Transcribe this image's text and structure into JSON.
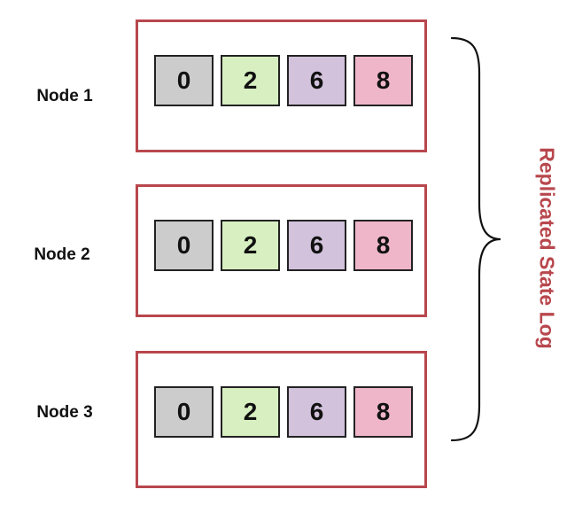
{
  "nodes": [
    {
      "label": "Node 1",
      "entries": [
        "0",
        "2",
        "6",
        "8"
      ]
    },
    {
      "label": "Node 2",
      "entries": [
        "0",
        "2",
        "6",
        "8"
      ]
    },
    {
      "label": "Node 3",
      "entries": [
        "0",
        "2",
        "6",
        "8"
      ]
    }
  ],
  "entry_colors": [
    "#cccccc",
    "#d8efc1",
    "#d3c2dc",
    "#efb6c9"
  ],
  "border_color": "#b8474d",
  "group_label": "Replicated State Log"
}
